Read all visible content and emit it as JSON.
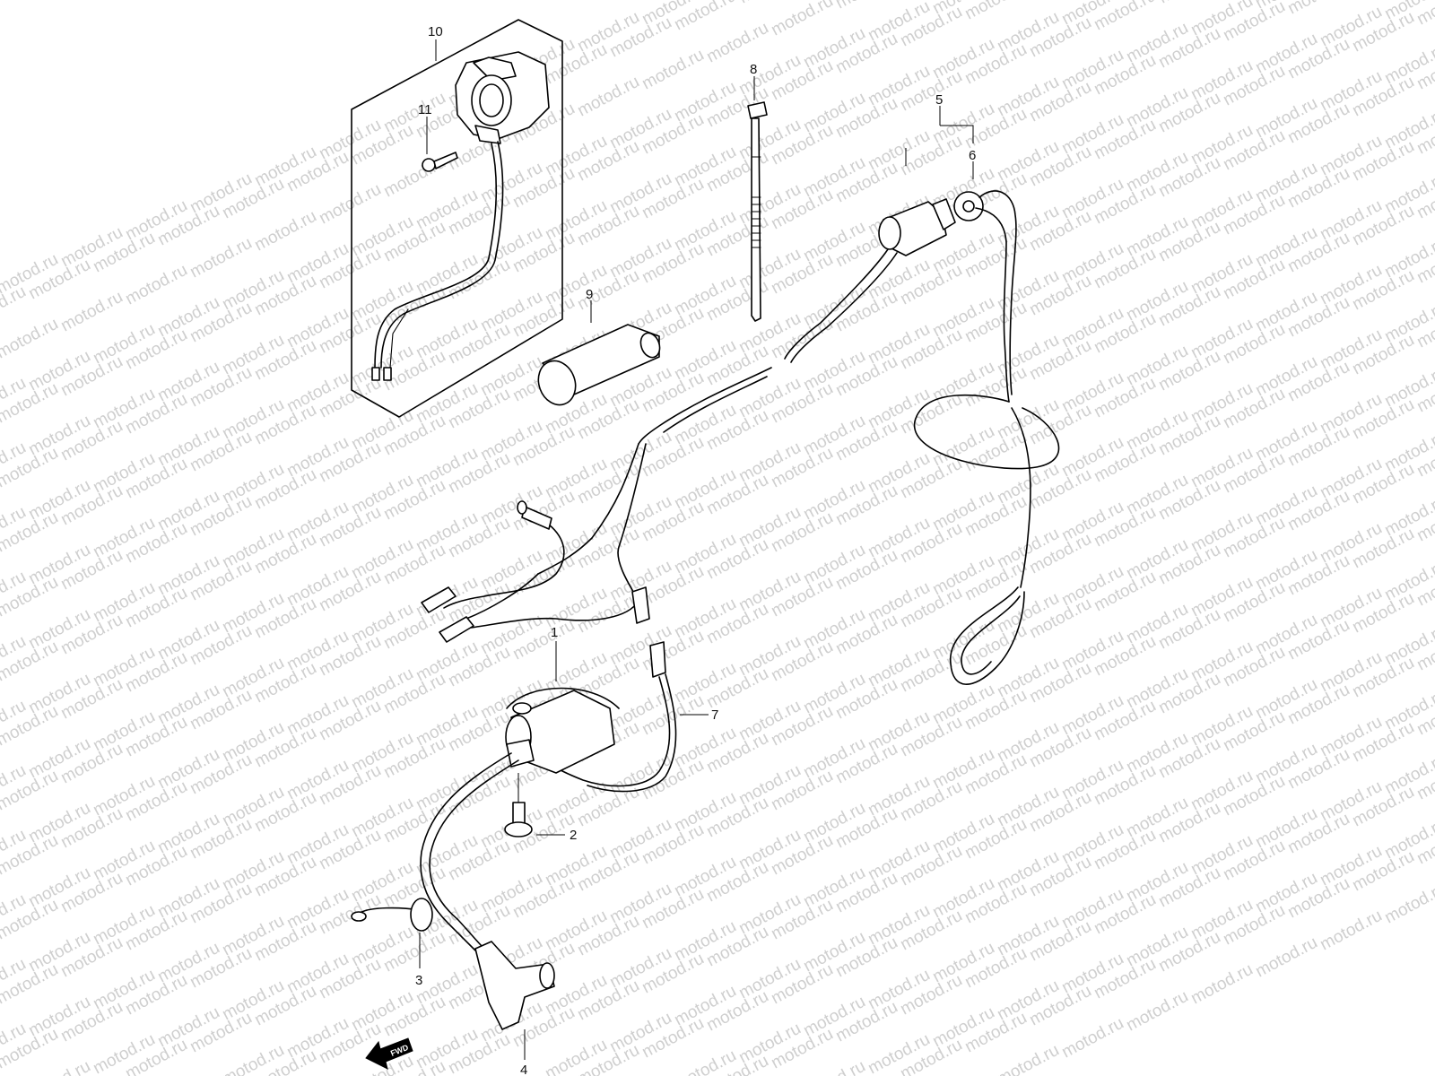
{
  "watermark": {
    "text": "motod.ru",
    "color": "#cfcfcf"
  },
  "callouts": [
    "1",
    "2",
    "3",
    "4",
    "5",
    "6",
    "7",
    "8",
    "9",
    "10",
    "11"
  ],
  "fwd_label": "FWD"
}
